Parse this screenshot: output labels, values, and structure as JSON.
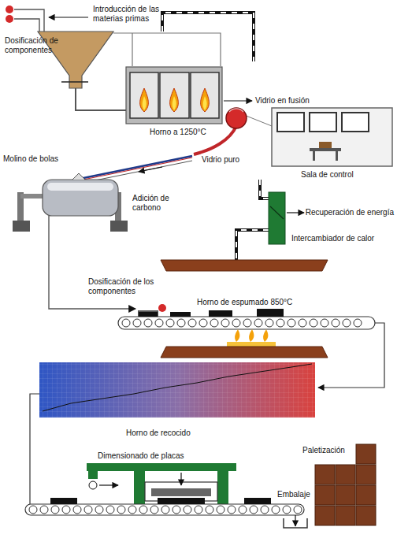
{
  "diagram": {
    "labels": [
      "Introducción de las materias primas",
      "Dosificación de componentes",
      "Horno a 1250°C",
      "Vidrio en fusión",
      "Sala de control",
      "Vidrio puro",
      "Molino de bolas",
      "Adición de carbono",
      "Recuperación de energía",
      "Intercambiador de calor",
      "Dosificación de los componentes",
      "Horno de espumado 850°C",
      "Horno de recocido",
      "Dimensionado de placas",
      "Paletización",
      "Embalaje"
    ]
  }
}
